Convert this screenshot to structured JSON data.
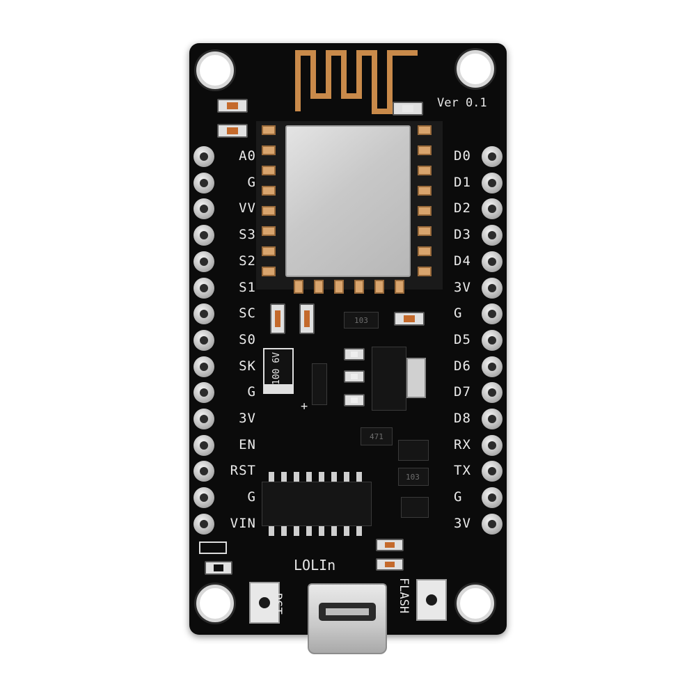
{
  "board": {
    "version": "Ver 0.1",
    "brand": "LOLIn",
    "left_pins": [
      "A0",
      "G",
      "VV",
      "S3",
      "S2",
      "S1",
      "SC",
      "S0",
      "SK",
      "G",
      "3V",
      "EN",
      "RST",
      "G",
      "VIN"
    ],
    "right_pins": [
      "D0",
      "D1",
      "D2",
      "D3",
      "D4",
      "3V",
      "G",
      "D5",
      "D6",
      "D7",
      "D8",
      "RX",
      "TX",
      "G",
      "3V"
    ],
    "buttons": {
      "rst_label": "RST",
      "flash_label": "FLASH"
    },
    "capacitor_label": "100 6V",
    "polarity_mark": "+",
    "resistor_codes": [
      "103",
      "471",
      "103"
    ]
  }
}
